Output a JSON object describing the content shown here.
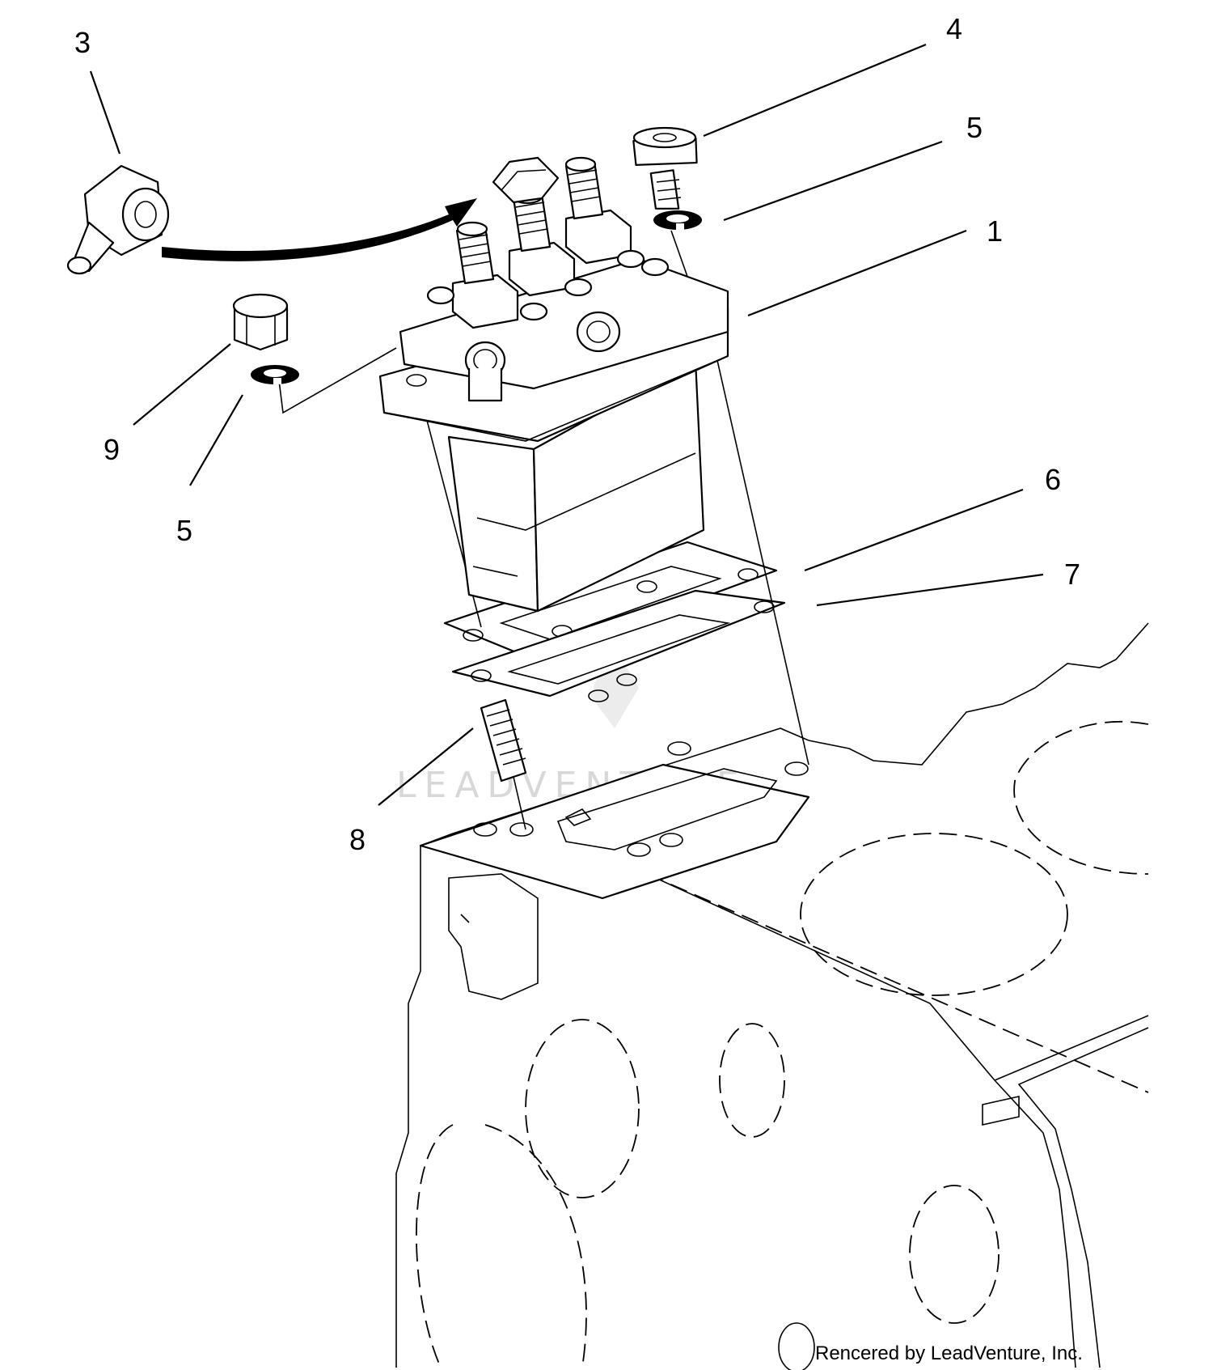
{
  "callouts": {
    "c1": "1",
    "c3": "3",
    "c4": "4",
    "c5a": "5",
    "c5b": "5",
    "c6": "6",
    "c7": "7",
    "c8": "8",
    "c9": "9"
  },
  "watermark": "LEADVENTURE",
  "credit": "Rencered by LeadVenture, Inc."
}
